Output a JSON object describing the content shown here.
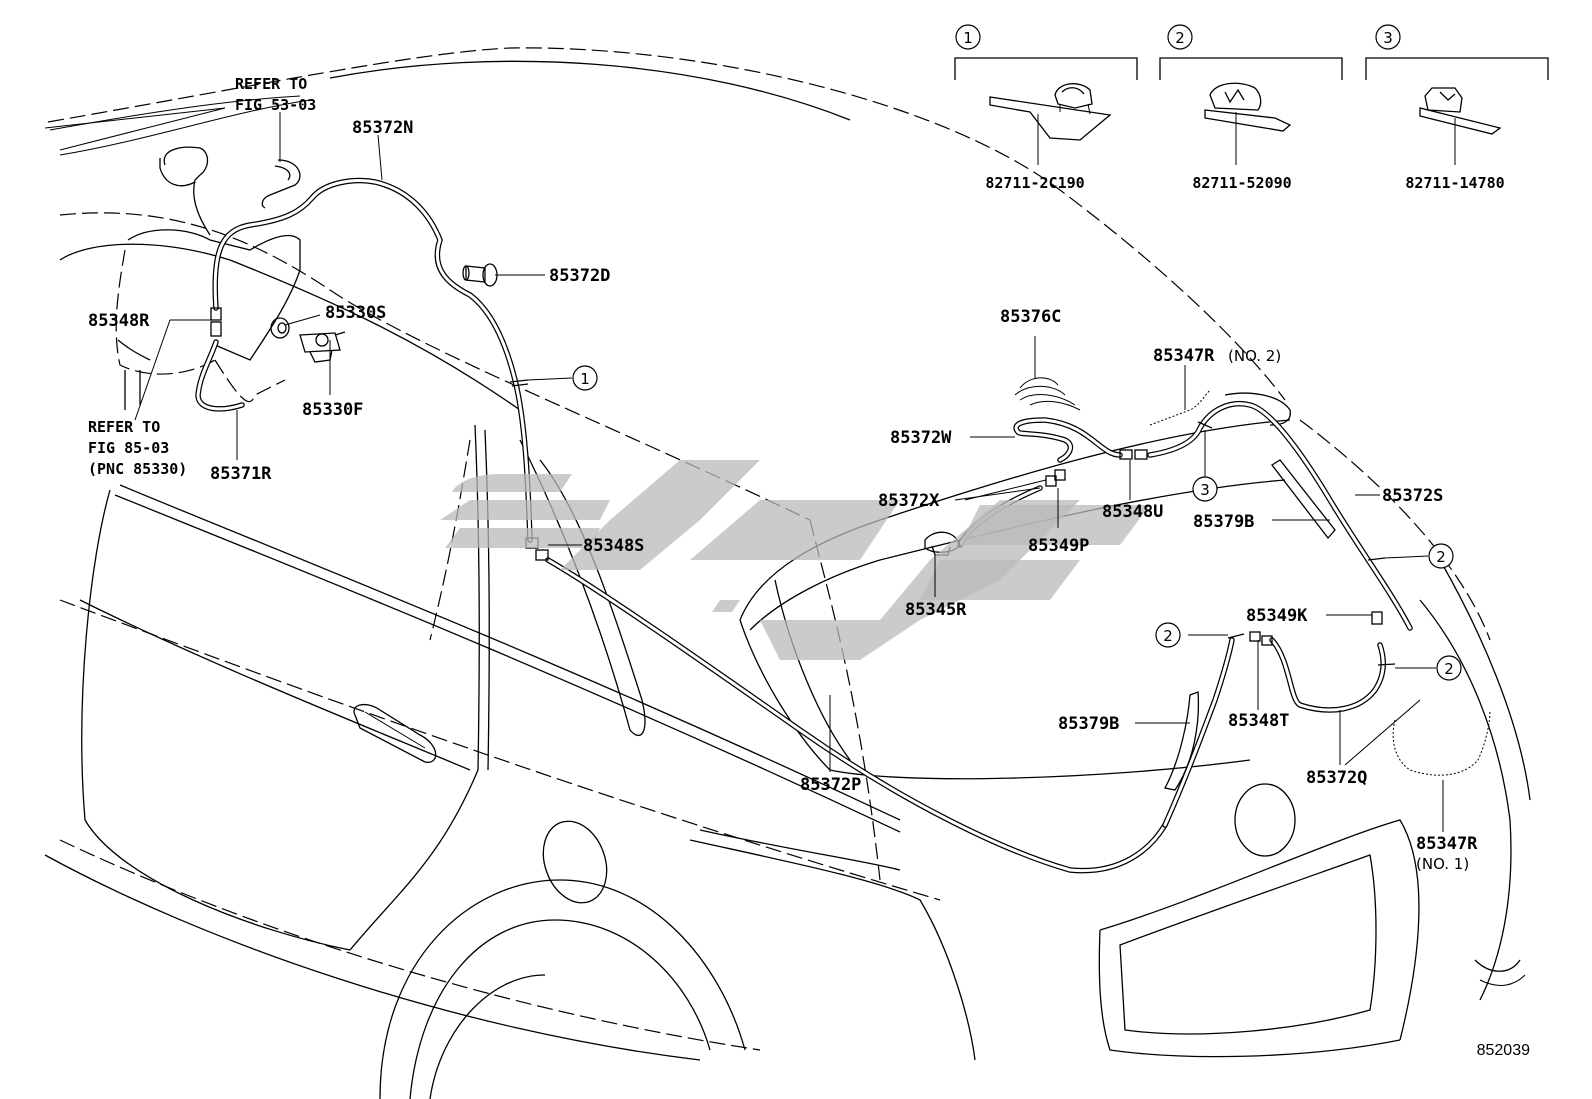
{
  "figure_number": "852039",
  "notes": {
    "refer_53": [
      "REFER TO",
      "FIG 53-03"
    ],
    "refer_85": [
      "REFER TO",
      "FIG 85-03",
      "(PNC 85330)"
    ]
  },
  "part_labels": {
    "p85372N": "85372N",
    "p85372D": "85372D",
    "p85348R": "85348R",
    "p85330S": "85330S",
    "p85330F": "85330F",
    "p85371R": "85371R",
    "p85348S": "85348S",
    "p85372P": "85372P",
    "p85376C": "85376C",
    "p85347R_no2": "85347R",
    "p85372W": "85372W",
    "p85372X": "85372X",
    "p85349P": "85349P",
    "p85348U": "85348U",
    "p85345R": "85345R",
    "p85372S": "85372S",
    "p85379B_top": "85379B",
    "p85349K": "85349K",
    "p85348T": "85348T",
    "p85379B_low": "85379B",
    "p85372Q": "85372Q",
    "p85347R_no1": "85347R"
  },
  "qualifiers": {
    "no2": "(NO. 2)",
    "no1": "(NO. 1)"
  },
  "clamp_inset": [
    {
      "callout": "1",
      "part": "82711-2C190"
    },
    {
      "callout": "2",
      "part": "82711-52090"
    },
    {
      "callout": "3",
      "part": "82711-14780"
    }
  ],
  "callouts": {
    "c1": "1",
    "c3": "3",
    "c2a": "2",
    "c2b": "2",
    "c2c": "2"
  },
  "watermark": "logo-watermark"
}
